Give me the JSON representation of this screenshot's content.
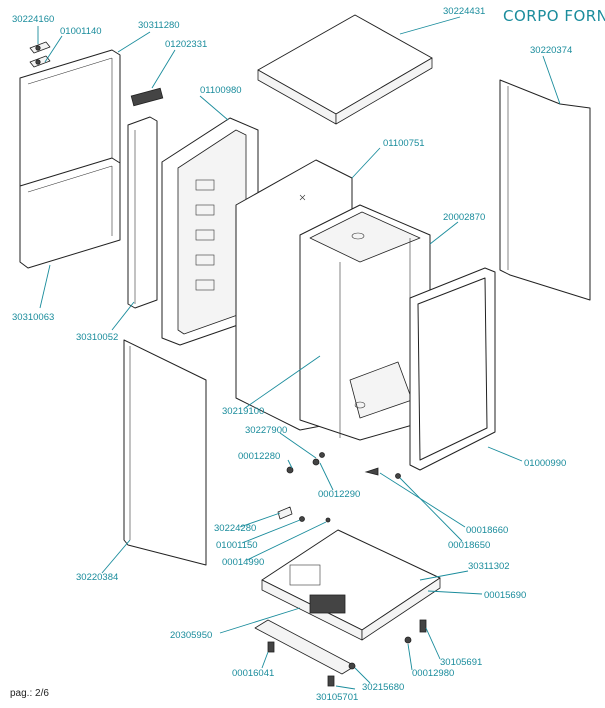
{
  "title": "CORPO FORNO",
  "page_label": "pag.: 2/6",
  "codes": {
    "c30224160": "30224160",
    "c01001140": "01001140",
    "c30311280": "30311280",
    "c01202331": "01202331",
    "c01100980": "01100980",
    "c30224431": "30224431",
    "c30220374": "30220374",
    "c01100751": "01100751",
    "c20002870": "20002870",
    "c30310063": "30310063",
    "c30310052": "30310052",
    "c30219100": "30219100",
    "c30227900": "30227900",
    "c00012280": "00012280",
    "c00012290": "00012290",
    "c01000990": "01000990",
    "c00018660": "00018660",
    "c00018650": "00018650",
    "c30224280": "30224280",
    "c01001150": "01001150",
    "c00014990": "00014990",
    "c30220384": "30220384",
    "c30311302": "30311302",
    "c00015690": "00015690",
    "c20305950": "20305950",
    "c30105691": "30105691",
    "c00012980": "00012980",
    "c00016041": "00016041",
    "c30215680": "30215680",
    "c30105701": "30105701"
  }
}
